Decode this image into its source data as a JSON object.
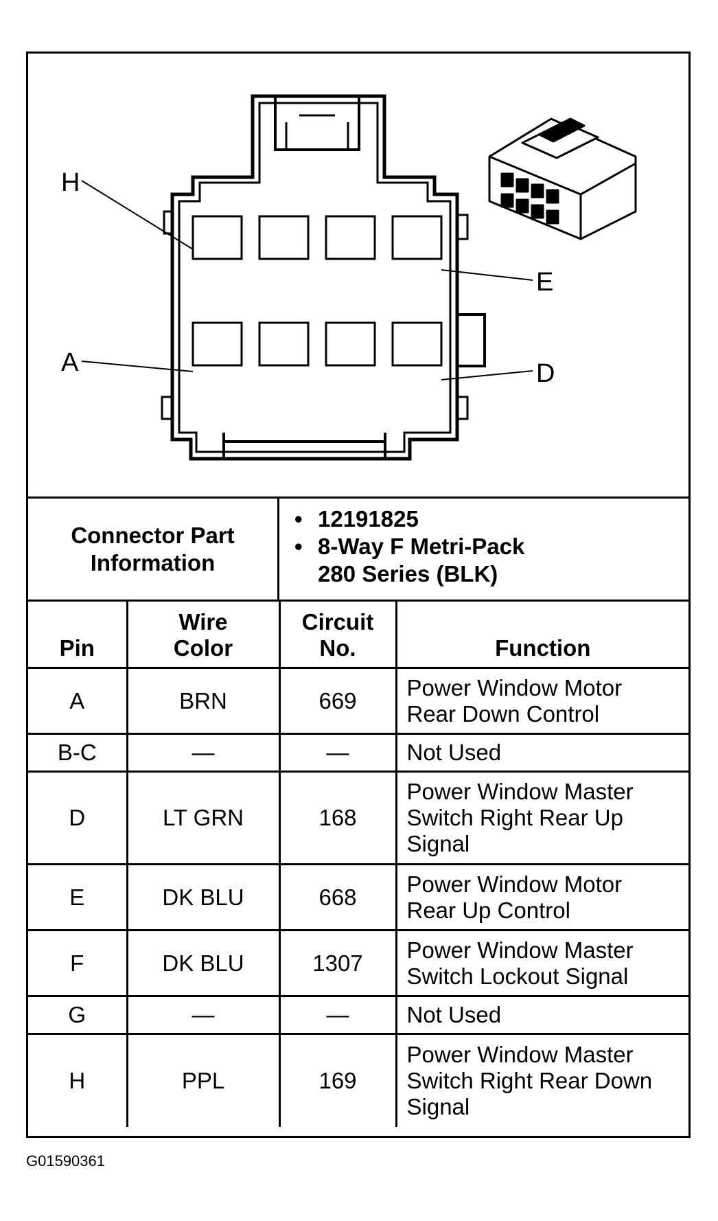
{
  "diagram": {
    "labels": {
      "h": "H",
      "e": "E",
      "a": "A",
      "d": "D"
    }
  },
  "connector_info": {
    "label_line1": "Connector Part",
    "label_line2": "Information",
    "part_number": "12191825",
    "description_line1": "8-Way F Metri-Pack",
    "description_line2": "280 Series (BLK)"
  },
  "table": {
    "headers": {
      "pin": "Pin",
      "wire_color_1": "Wire",
      "wire_color_2": "Color",
      "circuit_1": "Circuit",
      "circuit_2": "No.",
      "function": "Function"
    },
    "rows": [
      {
        "pin": "A",
        "wire": "BRN",
        "circuit": "669",
        "function": [
          "Power Window Motor",
          "Rear Down Control"
        ]
      },
      {
        "pin": "B-C",
        "wire": "—",
        "circuit": "—",
        "function": [
          "Not Used"
        ]
      },
      {
        "pin": "D",
        "wire": "LT GRN",
        "circuit": "168",
        "function": [
          "Power Window Master",
          "Switch Right Rear Up",
          "Signal"
        ]
      },
      {
        "pin": "E",
        "wire": "DK BLU",
        "circuit": "668",
        "function": [
          "Power Window Motor",
          "Rear Up Control"
        ]
      },
      {
        "pin": "F",
        "wire": "DK BLU",
        "circuit": "1307",
        "function": [
          "Power Window Master",
          "Switch Lockout Signal"
        ]
      },
      {
        "pin": "G",
        "wire": "—",
        "circuit": "—",
        "function": [
          "Not Used"
        ]
      },
      {
        "pin": "H",
        "wire": "PPL",
        "circuit": "169",
        "function": [
          "Power Window Master",
          "Switch Right Rear Down",
          "Signal"
        ]
      }
    ]
  },
  "footer": {
    "code": "G01590361"
  }
}
